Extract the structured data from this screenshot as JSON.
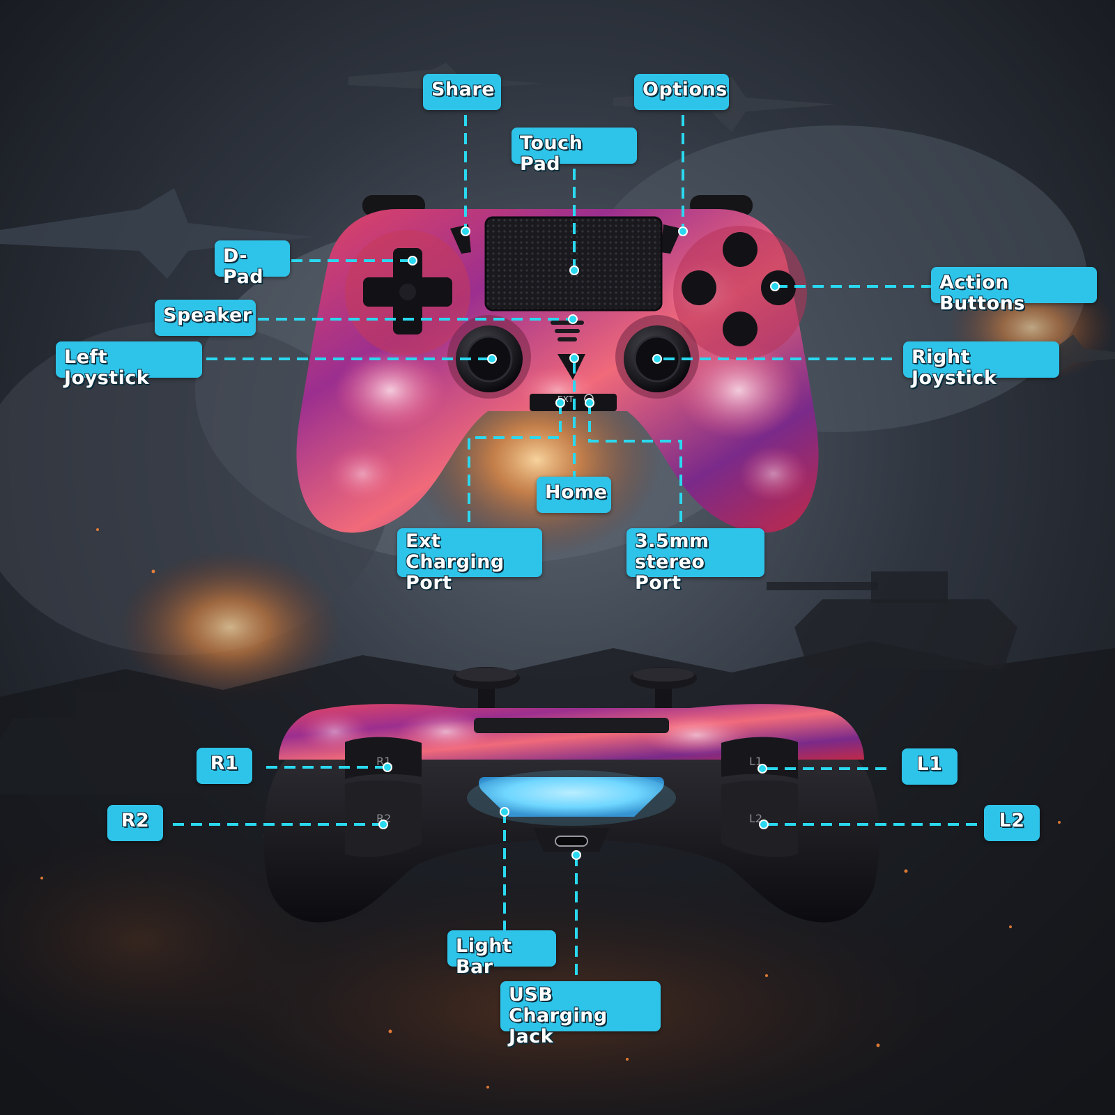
{
  "colors": {
    "accent": "#2ec4ea",
    "leader": "#2ad9f0",
    "controller_primary": "#d8334f",
    "controller_secondary": "#7a2a8a",
    "controller_body_dark": "#141418",
    "light_bar": "#6fd6ff"
  },
  "callouts": {
    "share": "Share",
    "options": "Options",
    "touch_pad": "Touch Pad",
    "d_pad": "D-Pad",
    "action_buttons": "Action Buttons",
    "speaker": "Speaker",
    "left_joystick": "Left Joystick",
    "right_joystick": "Right Joystick",
    "home": "Home",
    "ext_charging_port": "Ext Charging\nPort",
    "stereo_port": "3.5mm\nstereo Port",
    "r1": "R1",
    "l1": "L1",
    "r2": "R2",
    "l2": "L2",
    "light_bar": "Light Bar",
    "usb_charging_jack": "USB Charging\nJack"
  },
  "controller_markings": {
    "ext": "EXT",
    "r1": "R1",
    "r2": "R2",
    "l1": "L1",
    "l2": "L2"
  }
}
